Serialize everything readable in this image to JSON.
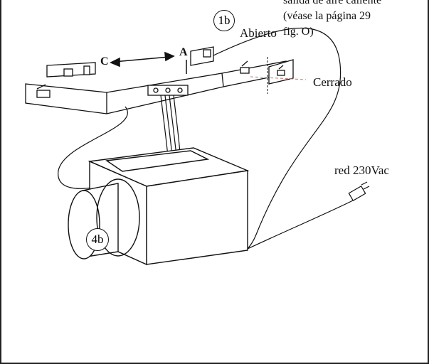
{
  "labels": {
    "heat_outlet": "salida de aire caliente",
    "see_page": "(véase la página 29",
    "fig": "fig. O)",
    "open": "Abierto",
    "closed": "Cerrado",
    "mains": "red 230Vac",
    "ref_1b": "1b",
    "ref_4b": "4b",
    "letter_a": "A",
    "letter_c": "C"
  },
  "colors": {
    "line": "#111111",
    "dash": "#c98a8a",
    "panel": "#ffffff"
  }
}
